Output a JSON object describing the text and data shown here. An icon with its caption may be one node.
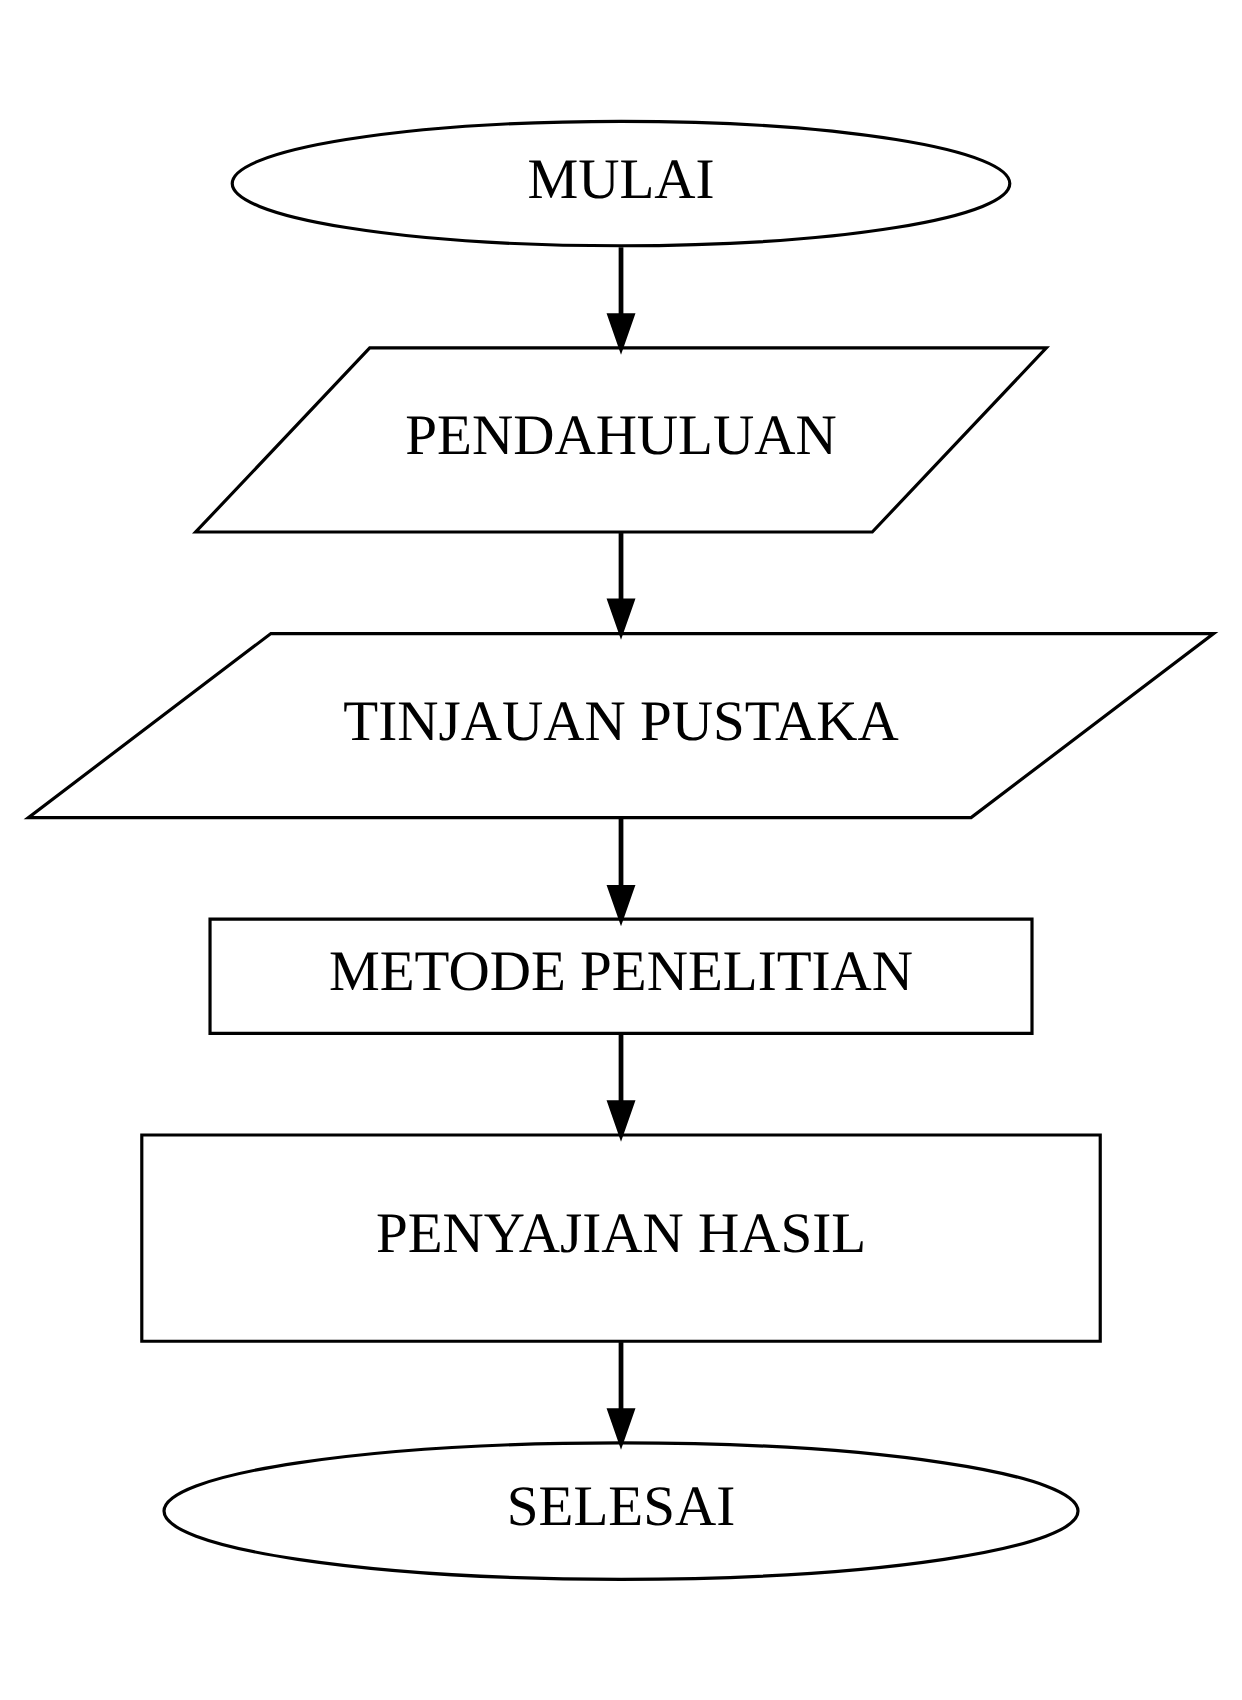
{
  "diagram": {
    "nodes": [
      {
        "text": [
          "MULAI"
        ]
      },
      {
        "text": [
          "PENDAHULUAN"
        ]
      },
      {
        "text": [
          "TINJAUAN PUSTAKA"
        ]
      },
      {
        "text": [
          "METODE PENELITIAN"
        ]
      },
      {
        "text": [
          "PENYAJIAN HASIL"
        ]
      },
      {
        "text": [
          "SELESAI"
        ]
      }
    ],
    "edges": [
      {
        "from": 0,
        "to": 1,
        "arrow": "to"
      },
      {
        "from": 1,
        "to": 2,
        "arrow": "to"
      },
      {
        "from": 2,
        "to": 3,
        "arrow": "to"
      },
      {
        "from": 3,
        "to": 4,
        "arrow": "to"
      },
      {
        "from": 4,
        "to": 5,
        "arrow": "to"
      }
    ]
  }
}
